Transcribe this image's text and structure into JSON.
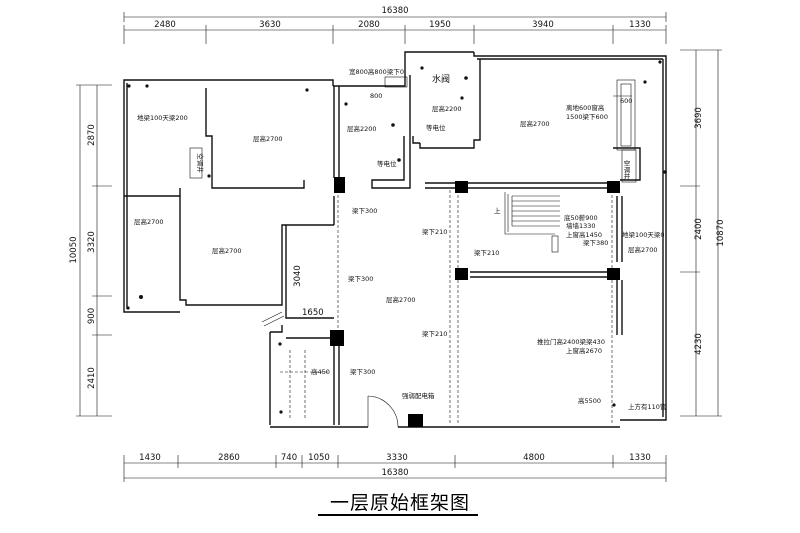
{
  "title": "一层原始框架图",
  "top_dims": {
    "total": "16380",
    "segments": [
      "2480",
      "3630",
      "2080",
      "1950",
      "3940",
      "1330"
    ]
  },
  "bottom_dims": {
    "total": "16380",
    "segments": [
      "1430",
      "2860",
      "740",
      "1050",
      "3330",
      "4800",
      "1330"
    ]
  },
  "left_dims": {
    "total": "10050",
    "segments": [
      "2870",
      "3320",
      "900",
      "2410"
    ]
  },
  "right_dims": {
    "total": "10870",
    "segments": [
      "3690",
      "2400",
      "4230"
    ]
  },
  "inner_dims": {
    "d800_top": "800",
    "d800_right": "600",
    "d3040": "3040",
    "d1650": "1650"
  },
  "labels": {
    "water_valve": "水阀",
    "window_top": "宽800高800梁下0",
    "equipotential_1": "等电位",
    "equipotential_2": "等电位",
    "h2200_a": "层高2200",
    "h2200_b": "层高2200",
    "h2700_lt": "层高2700",
    "h2700_rt": "层高2700",
    "h2700_ltl": "层高2700",
    "h2700_lm": "层高2700",
    "h2700_center": "层高2700",
    "h2700_right": "层高2700",
    "floor_beam_left": "地梁100天梁200",
    "floor_beam_right": "地梁100天梁0",
    "shaft_left": "空调井",
    "shaft_right": "空调井",
    "beam_300_a": "梁下300",
    "beam_300_b": "梁下300",
    "beam_300_c": "梁下300",
    "beam_210_a": "梁下210",
    "beam_210_b": "梁下210",
    "beam_210_c": "梁下210",
    "up": "上",
    "window_right_1": "离地600窗高",
    "window_right_2": "1500梁下600",
    "stair_note_1": "底50薪900",
    "stair_note_2": "墙墙1330",
    "stair_note_3": "上窗高1450",
    "stair_note_4": "梁下380",
    "slide_door": "推拉门高2400梁梁430",
    "upper_window": "上窗高2670",
    "h5500": "高5500",
    "pipe": "上方有110管",
    "h450": "高450",
    "electric_box": "强弱配电箱"
  }
}
